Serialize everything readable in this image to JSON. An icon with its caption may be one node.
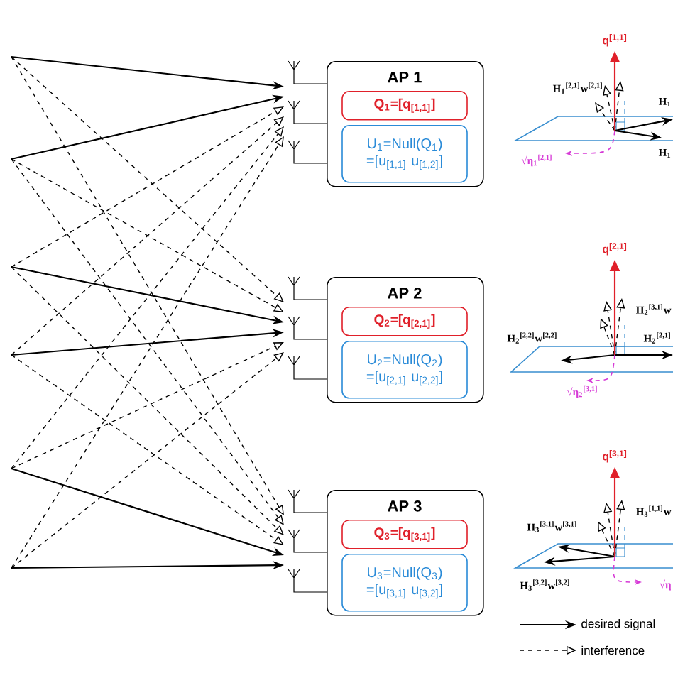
{
  "diagram": {
    "nodes": [
      {
        "text": [
          "AP 1"
        ]
      },
      {
        "text": [
          "Q$_{1}$=[**q**$_{[1,1]}$]"
        ],
        "in": 0
      },
      {
        "text": [
          "U$_{1}$=Null(Q$_{1}$) =[u$_{[1,1]}$ u$_{[1,2]}$]"
        ],
        "in": 0
      },
      {
        "text": [],
        "shape": "antenna"
      },
      {
        "text": [
          "AP 2"
        ]
      },
      {
        "text": [
          "Q$_{2}$=[**q**$_{[2,1]}$]"
        ],
        "in": 4
      },
      {
        "text": [
          "U$_{2}$=Null(Q$_{2}$) =[u$_{[2,1]}$ u$_{[2,2]}$]"
        ],
        "in": 4
      },
      {
        "text": [],
        "shape": "antenna"
      },
      {
        "text": [
          "AP 3"
        ]
      },
      {
        "text": [
          "Q$_{3}$=[**q**$_{[3,1]}$]"
        ],
        "in": 8
      },
      {
        "text": [
          "U$_{3}$=Null(Q$_{3}$) =[u$_{[3,1]}$ u$_{[3,2]}$]"
        ],
        "in": 8
      },
      {
        "text": [],
        "shape": "antenna"
      }
    ],
    "edges": [
      {
        "from": null,
        "to": 3,
        "arrow": "to"
      },
      {
        "from": null,
        "to": 3,
        "arrow": "to"
      },
      {
        "from": null,
        "to": 3,
        "arrow": "to",
        "style": "dashed"
      },
      {
        "from": null,
        "to": 3,
        "arrow": "to",
        "style": "dashed"
      },
      {
        "from": null,
        "to": 3,
        "arrow": "to",
        "style": "dashed"
      },
      {
        "from": null,
        "to": 3,
        "arrow": "to",
        "style": "dashed"
      },
      {
        "from": null,
        "to": 7,
        "arrow": "to",
        "style": "dashed"
      },
      {
        "from": null,
        "to": 7,
        "arrow": "to",
        "style": "dashed"
      },
      {
        "from": null,
        "to": 7,
        "arrow": "to"
      },
      {
        "from": null,
        "to": 7,
        "arrow": "to"
      },
      {
        "from": null,
        "to": 7,
        "arrow": "to",
        "style": "dashed"
      },
      {
        "from": null,
        "to": 7,
        "arrow": "to",
        "style": "dashed"
      },
      {
        "from": null,
        "to": 11,
        "arrow": "to",
        "style": "dashed"
      },
      {
        "from": null,
        "to": 11,
        "arrow": "to",
        "style": "dashed"
      },
      {
        "from": null,
        "to": 11,
        "arrow": "to",
        "style": "dashed"
      },
      {
        "from": null,
        "to": 11,
        "arrow": "to",
        "style": "dashed"
      },
      {
        "from": null,
        "to": 11,
        "arrow": "to"
      },
      {
        "from": null,
        "to": 11,
        "arrow": "to"
      }
    ],
    "labels": [
      "**q**$^{[1,1]}$",
      "H$_{1}$$^{[2,1]}$w$^{[2,1]}$",
      "H$_{1}$",
      "H$_{1}$",
      "√η$_{1}$$^{[2,1]}$",
      "**q**$^{[2,1]}$",
      "H$_{2}$$^{[3,1]}$w",
      "H$_{2}$$^{[2,1]}$",
      "H$_{2}$$^{[2,2]}$w$^{[2,2]}$",
      "√η$_{2}$$^{[3,1]}$",
      "**q**$^{[3,1]}$",
      "H$_{3}$$^{[1,1]}$w",
      "H$_{3}$$^{[3,1]}$w$^{[3,1]}$",
      "H$_{3}$$^{[3,2]}$w$^{[3,2]}$",
      "√η"
    ],
    "legend": [
      {
        "text": "desired signal"
      },
      {
        "text": "interference"
      }
    ]
  }
}
